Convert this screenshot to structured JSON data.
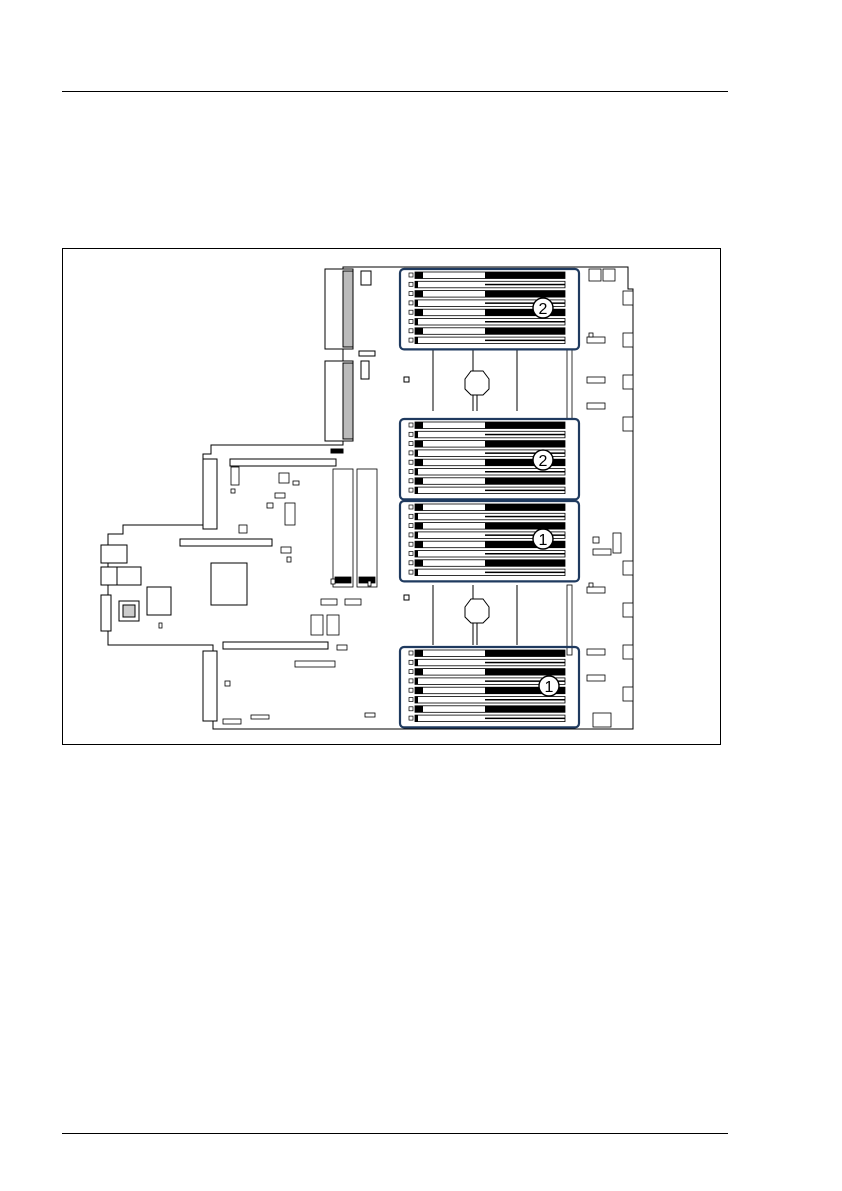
{
  "colors": {
    "highlight": "#1f3a5f",
    "line": "#000000",
    "page": "#ffffff"
  },
  "figure": {
    "callouts": [
      {
        "label": "2",
        "group": "upper-cpu-dimm-bank"
      },
      {
        "label": "2",
        "group": "upper-mid-dimm-bank"
      },
      {
        "label": "1",
        "group": "lower-mid-dimm-bank"
      },
      {
        "label": "1",
        "group": "lower-cpu-dimm-bank"
      }
    ],
    "dimm_banks": [
      {
        "slots": 8
      },
      {
        "slots": 8
      },
      {
        "slots": 8
      },
      {
        "slots": 8
      }
    ]
  }
}
